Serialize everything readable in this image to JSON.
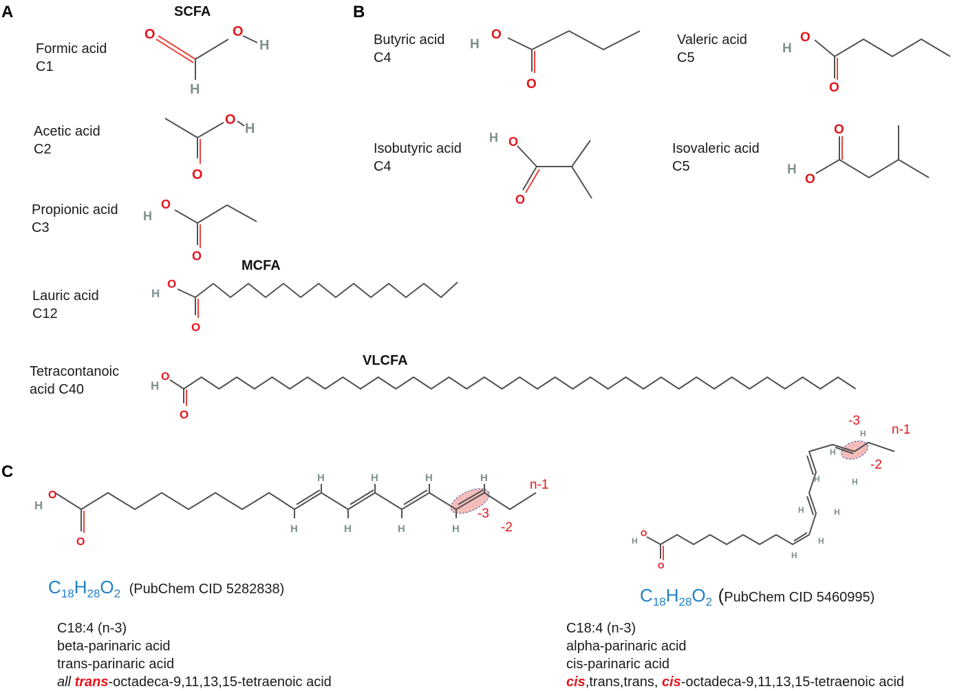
{
  "panels": {
    "a": "A",
    "b": "B",
    "c": "C"
  },
  "categories": {
    "scfa": "SCFA",
    "mcfa": "MCFA",
    "vlcfa": "VLCFA"
  },
  "acids": {
    "formic": {
      "name": "Formic acid",
      "carbons": "C1"
    },
    "acetic": {
      "name": "Acetic acid",
      "carbons": "C2"
    },
    "propionic": {
      "name": "Propionic acid",
      "carbons": "C3"
    },
    "lauric": {
      "name": "Lauric acid",
      "carbons": "C12"
    },
    "tetra": {
      "name": "Tetracontanoic",
      "carbons": "acid C40"
    },
    "butyric": {
      "name": "Butyric acid",
      "carbons": "C4"
    },
    "isobutyric": {
      "name": "Isobutyric acid",
      "carbons": "C4"
    },
    "valeric": {
      "name": "Valeric acid",
      "carbons": "C5"
    },
    "isovaleric": {
      "name": "Isovaleric acid",
      "carbons": "C5"
    }
  },
  "atoms": {
    "o": "O",
    "h": "H"
  },
  "annotations": {
    "n1": "n-1",
    "m2": "-2",
    "m3": "-3"
  },
  "beta": {
    "formula": {
      "c": "C",
      "c_n": "18",
      "h": "H",
      "h_n": "28",
      "o": "O",
      "o_n": "2"
    },
    "cid": "(PubChem CID 5282838)",
    "code": "C18:4 (n-3)",
    "name1": "beta-parinaric acid",
    "name2": "trans-parinaric acid",
    "iupac_pre": "all",
    "iupac_red": "trans",
    "iupac_post": "-octadeca-9,11,13,15-tetraenoic acid"
  },
  "alpha": {
    "formula": {
      "c": "C",
      "c_n": "18",
      "h": "H",
      "h_n": "28",
      "o": "O",
      "o_n": "2"
    },
    "cid_open": "(",
    "cid": "PubChem CID 5460995)",
    "code": "C18:4 (n-3)",
    "name1": "alpha-parinaric acid",
    "name2": "cis-parinaric acid",
    "iupac_red1": "cis",
    "iupac_mid": ",trans,trans, ",
    "iupac_red2": "cis",
    "iupac_post": "-octadeca-9,11,13,15-tetraenoic acid"
  },
  "colors": {
    "oxygen": "#e4141b",
    "hydrogen": "#7f8f8f",
    "bond": "#505050",
    "formula": "#1f80c8",
    "highlight": "#f2a7a3"
  }
}
